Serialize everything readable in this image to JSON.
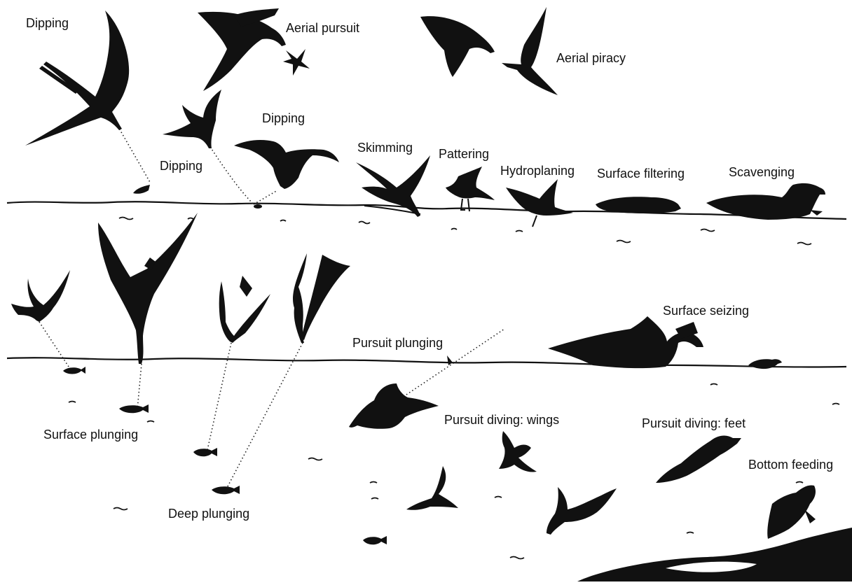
{
  "labels": {
    "dipping_1": "Dipping",
    "aerial_pursuit": "Aerial pursuit",
    "aerial_piracy": "Aerial piracy",
    "dipping_2": "Dipping",
    "dipping_3": "Dipping",
    "skimming": "Skimming",
    "pattering": "Pattering",
    "hydroplaning": "Hydroplaning",
    "surface_filtering": "Surface filtering",
    "scavenging": "Scavenging",
    "surface_seizing": "Surface seizing",
    "pursuit_plunging": "Pursuit plunging",
    "surface_plunging": "Surface plunging",
    "deep_plunging": "Deep plunging",
    "pursuit_diving_wings": "Pursuit diving: wings",
    "pursuit_diving_feet": "Pursuit diving: feet",
    "bottom_feeding": "Bottom feeding"
  },
  "colors": {
    "ink": "#111111",
    "background": "#ffffff"
  },
  "icons": [
    "frigatebird-dipping-icon",
    "skua-aerial-pursuit-icon",
    "gull-aerial-piracy-icon",
    "tern-dipping-icon",
    "gull-dipping-icon",
    "skimmer-icon",
    "storm-petrel-pattering-icon",
    "prion-hydroplaning-icon",
    "prion-surface-filtering-icon",
    "albatross-scavenging-icon",
    "tern-surface-plunging-icon",
    "booby-deep-plunging-icon",
    "shearwater-pursuit-plunging-icon",
    "albatross-surface-seizing-icon",
    "auk-pursuit-diving-icon",
    "penguin-pursuit-diving-icon",
    "cormorant-pursuit-diving-icon",
    "sea-duck-bottom-feeding-icon",
    "fish-icon"
  ]
}
